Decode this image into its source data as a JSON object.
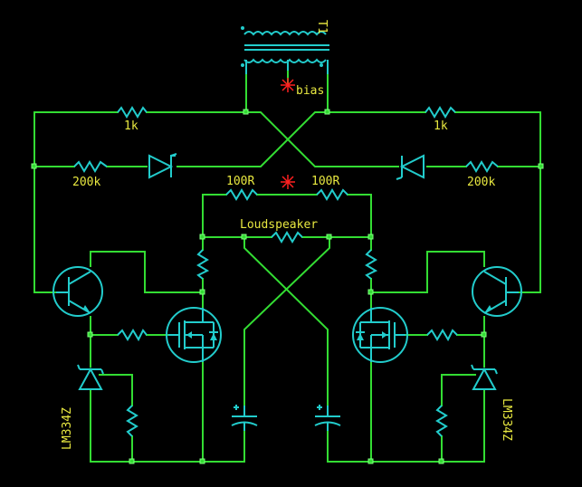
{
  "labels": {
    "transformer": "T1",
    "bias": "bias",
    "r_top_left": "1k",
    "r_top_right": "1k",
    "r_mid_left": "200k",
    "r_mid_right": "200k",
    "r_100_left": "100R",
    "r_100_right": "100R",
    "speaker": "Loudspeaker",
    "reg_left": "LM334Z",
    "reg_right": "LM334Z"
  },
  "colors": {
    "wire": "#33dd33",
    "component": "#22cccc",
    "label": "#e8e840",
    "marker": "#ff2020",
    "background": "#000000"
  }
}
